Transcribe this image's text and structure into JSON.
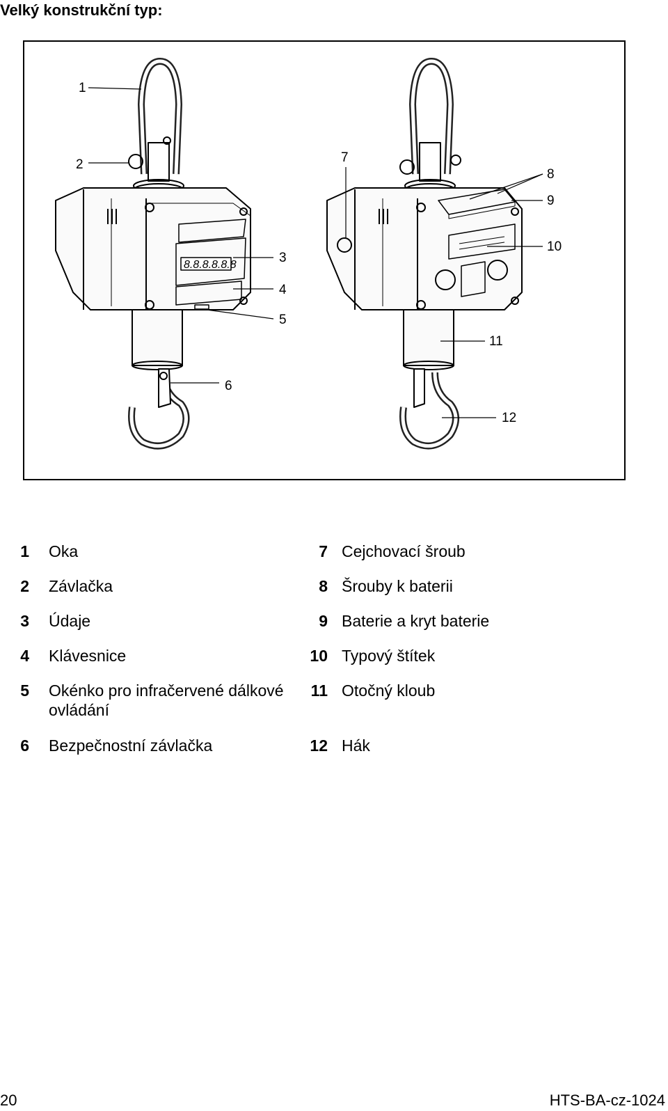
{
  "page": {
    "title": "Velký konstrukční typ:",
    "page_number": "20",
    "doc_code": "HTS-BA-cz-1024"
  },
  "figure": {
    "callouts": [
      "1",
      "2",
      "3",
      "4",
      "5",
      "6",
      "7",
      "8",
      "9",
      "10",
      "11",
      "12"
    ],
    "display_text": "8.8.8.8.8.8"
  },
  "legend": {
    "left": [
      {
        "num": "1",
        "text": "Oka"
      },
      {
        "num": "2",
        "text": "Závlačka"
      },
      {
        "num": "3",
        "text": "Údaje"
      },
      {
        "num": "4",
        "text": "Klávesnice"
      },
      {
        "num": "5",
        "text": "Okénko pro infračervené dálkové",
        "text2": "ovládání"
      },
      {
        "num": "6",
        "text": "Bezpečnostní závlačka"
      }
    ],
    "right": [
      {
        "num": "7",
        "text": "Cejchovací šroub"
      },
      {
        "num": "8",
        "text": "Šrouby k baterii"
      },
      {
        "num": "9",
        "text": "Baterie a kryt baterie"
      },
      {
        "num": "10",
        "text": "Typový štítek"
      },
      {
        "num": "11",
        "text": "Otočný kloub"
      },
      {
        "num": "12",
        "text": "Hák"
      }
    ]
  }
}
